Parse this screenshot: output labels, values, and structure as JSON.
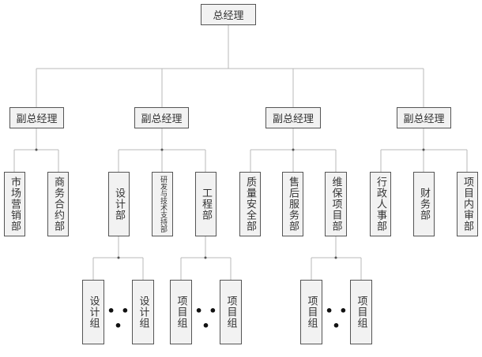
{
  "ceo": "总经理",
  "vps": [
    "副总经理",
    "副总经理",
    "副总经理",
    "副总经理"
  ],
  "departments": {
    "marketing": "市场营销部",
    "commercial_contract": "商务合约部",
    "design": "设计部",
    "rnd_support": "研发与技术支持部",
    "engineering": "工程部",
    "quality_safety": "质量安全部",
    "after_sales": "售后服务部",
    "maintenance_project": "维保项目部",
    "admin_hr": "行政人事部",
    "finance": "财务部",
    "internal_audit": "项目内审部"
  },
  "groups": {
    "design_group_1": "设计组",
    "design_group_2": "设计组",
    "eng_project_group_1": "项目组",
    "eng_project_group_2": "项目组",
    "maint_project_group_1": "项目组",
    "maint_project_group_2": "项目组"
  },
  "ellipsis": "• • •",
  "colors": {
    "box_fill": "#f2f2f2",
    "box_border": "#555555",
    "line": "#b8b8b8"
  }
}
